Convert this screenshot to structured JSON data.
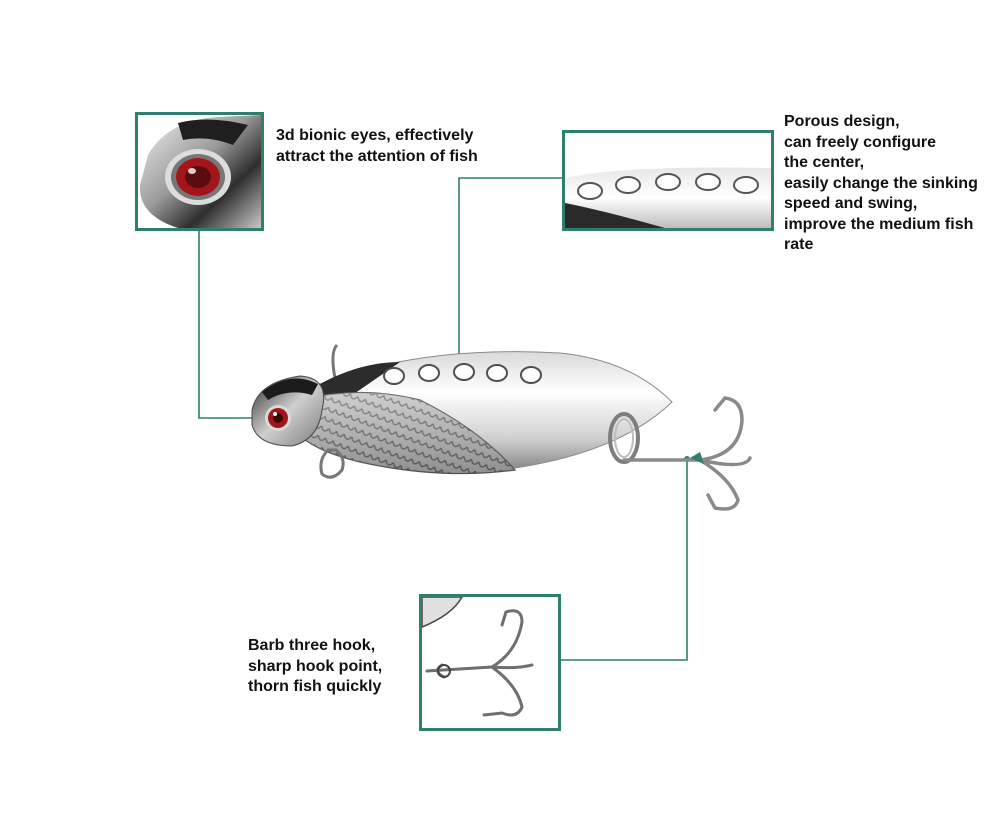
{
  "callouts": {
    "eyes": {
      "lines": [
        "3d bionic eyes, effectively",
        "attract the attention of fish"
      ]
    },
    "porous": {
      "lines": [
        "Porous design,",
        "can freely configure",
        "the center,",
        "easily change the sinking",
        "speed and swing,",
        "improve the medium fish",
        "rate"
      ]
    },
    "hook": {
      "lines": [
        "Barb three hook,",
        "sharp hook point,",
        "thorn fish quickly"
      ]
    }
  },
  "colors": {
    "frame": "#2f7f6e",
    "leader_line": "#2f7f6e",
    "eye_red": "#a3151b",
    "chrome_dark": "#4b4b4b",
    "chrome_light": "#e9e9e9"
  },
  "icons": {
    "lure": "metal-vib-lure",
    "hook": "treble-hook",
    "eye": "bionic-eye"
  }
}
